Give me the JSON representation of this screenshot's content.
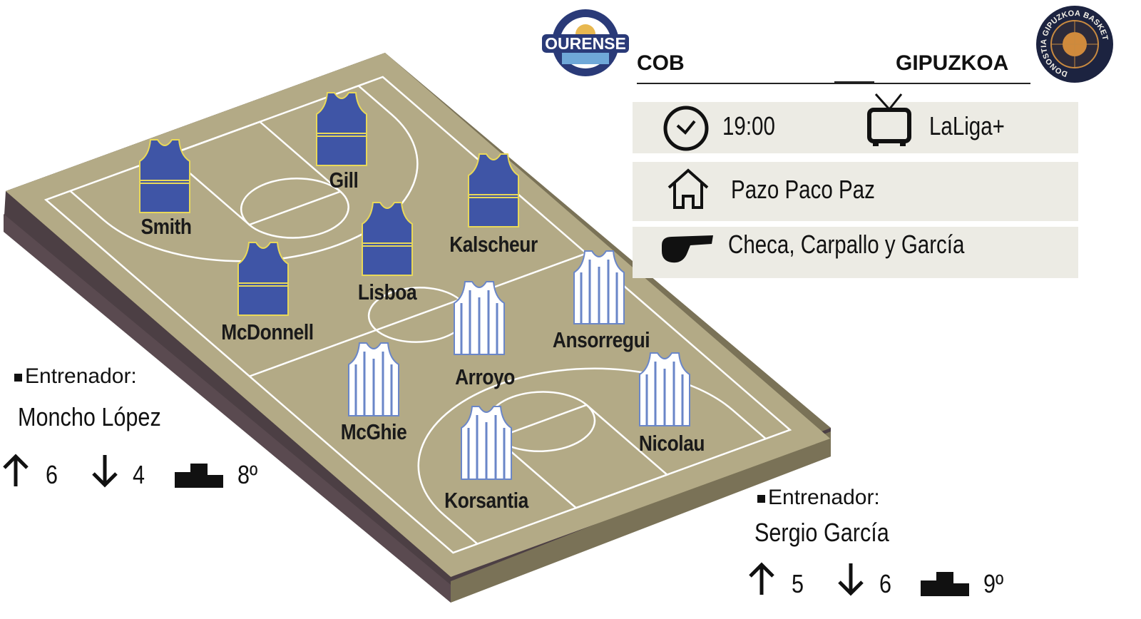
{
  "header": {
    "home_team": "COB",
    "away_team": "GIPUZKOA",
    "home_logo_text": "OURENSE",
    "away_logo_text": "DONOSTIA GIPUZKOA BASKET"
  },
  "info": {
    "time": "19:00",
    "tv": "LaLiga+",
    "venue": "Pazo Paco Paz",
    "referees": "Checa, Carpallo y García"
  },
  "colors": {
    "home_jersey": "#3f55a6",
    "home_trim": "#e8d85a",
    "away_stripe": "#6a86c8",
    "court": "#b3aa86",
    "court_border": "#7a7257"
  },
  "home": {
    "players": [
      "Smith",
      "Gill",
      "Kalscheur",
      "Lisboa",
      "McDonnell"
    ],
    "coach_label": "Entrenador:",
    "coach": "Moncho López",
    "wins": "6",
    "losses": "4",
    "position": "8º"
  },
  "away": {
    "players": [
      "Ansorregui",
      "Arroyo",
      "McGhie",
      "Nicolau",
      "Korsantia"
    ],
    "coach_label": "Entrenador:",
    "coach": "Sergio García",
    "wins": "5",
    "losses": "6",
    "position": "9º"
  }
}
